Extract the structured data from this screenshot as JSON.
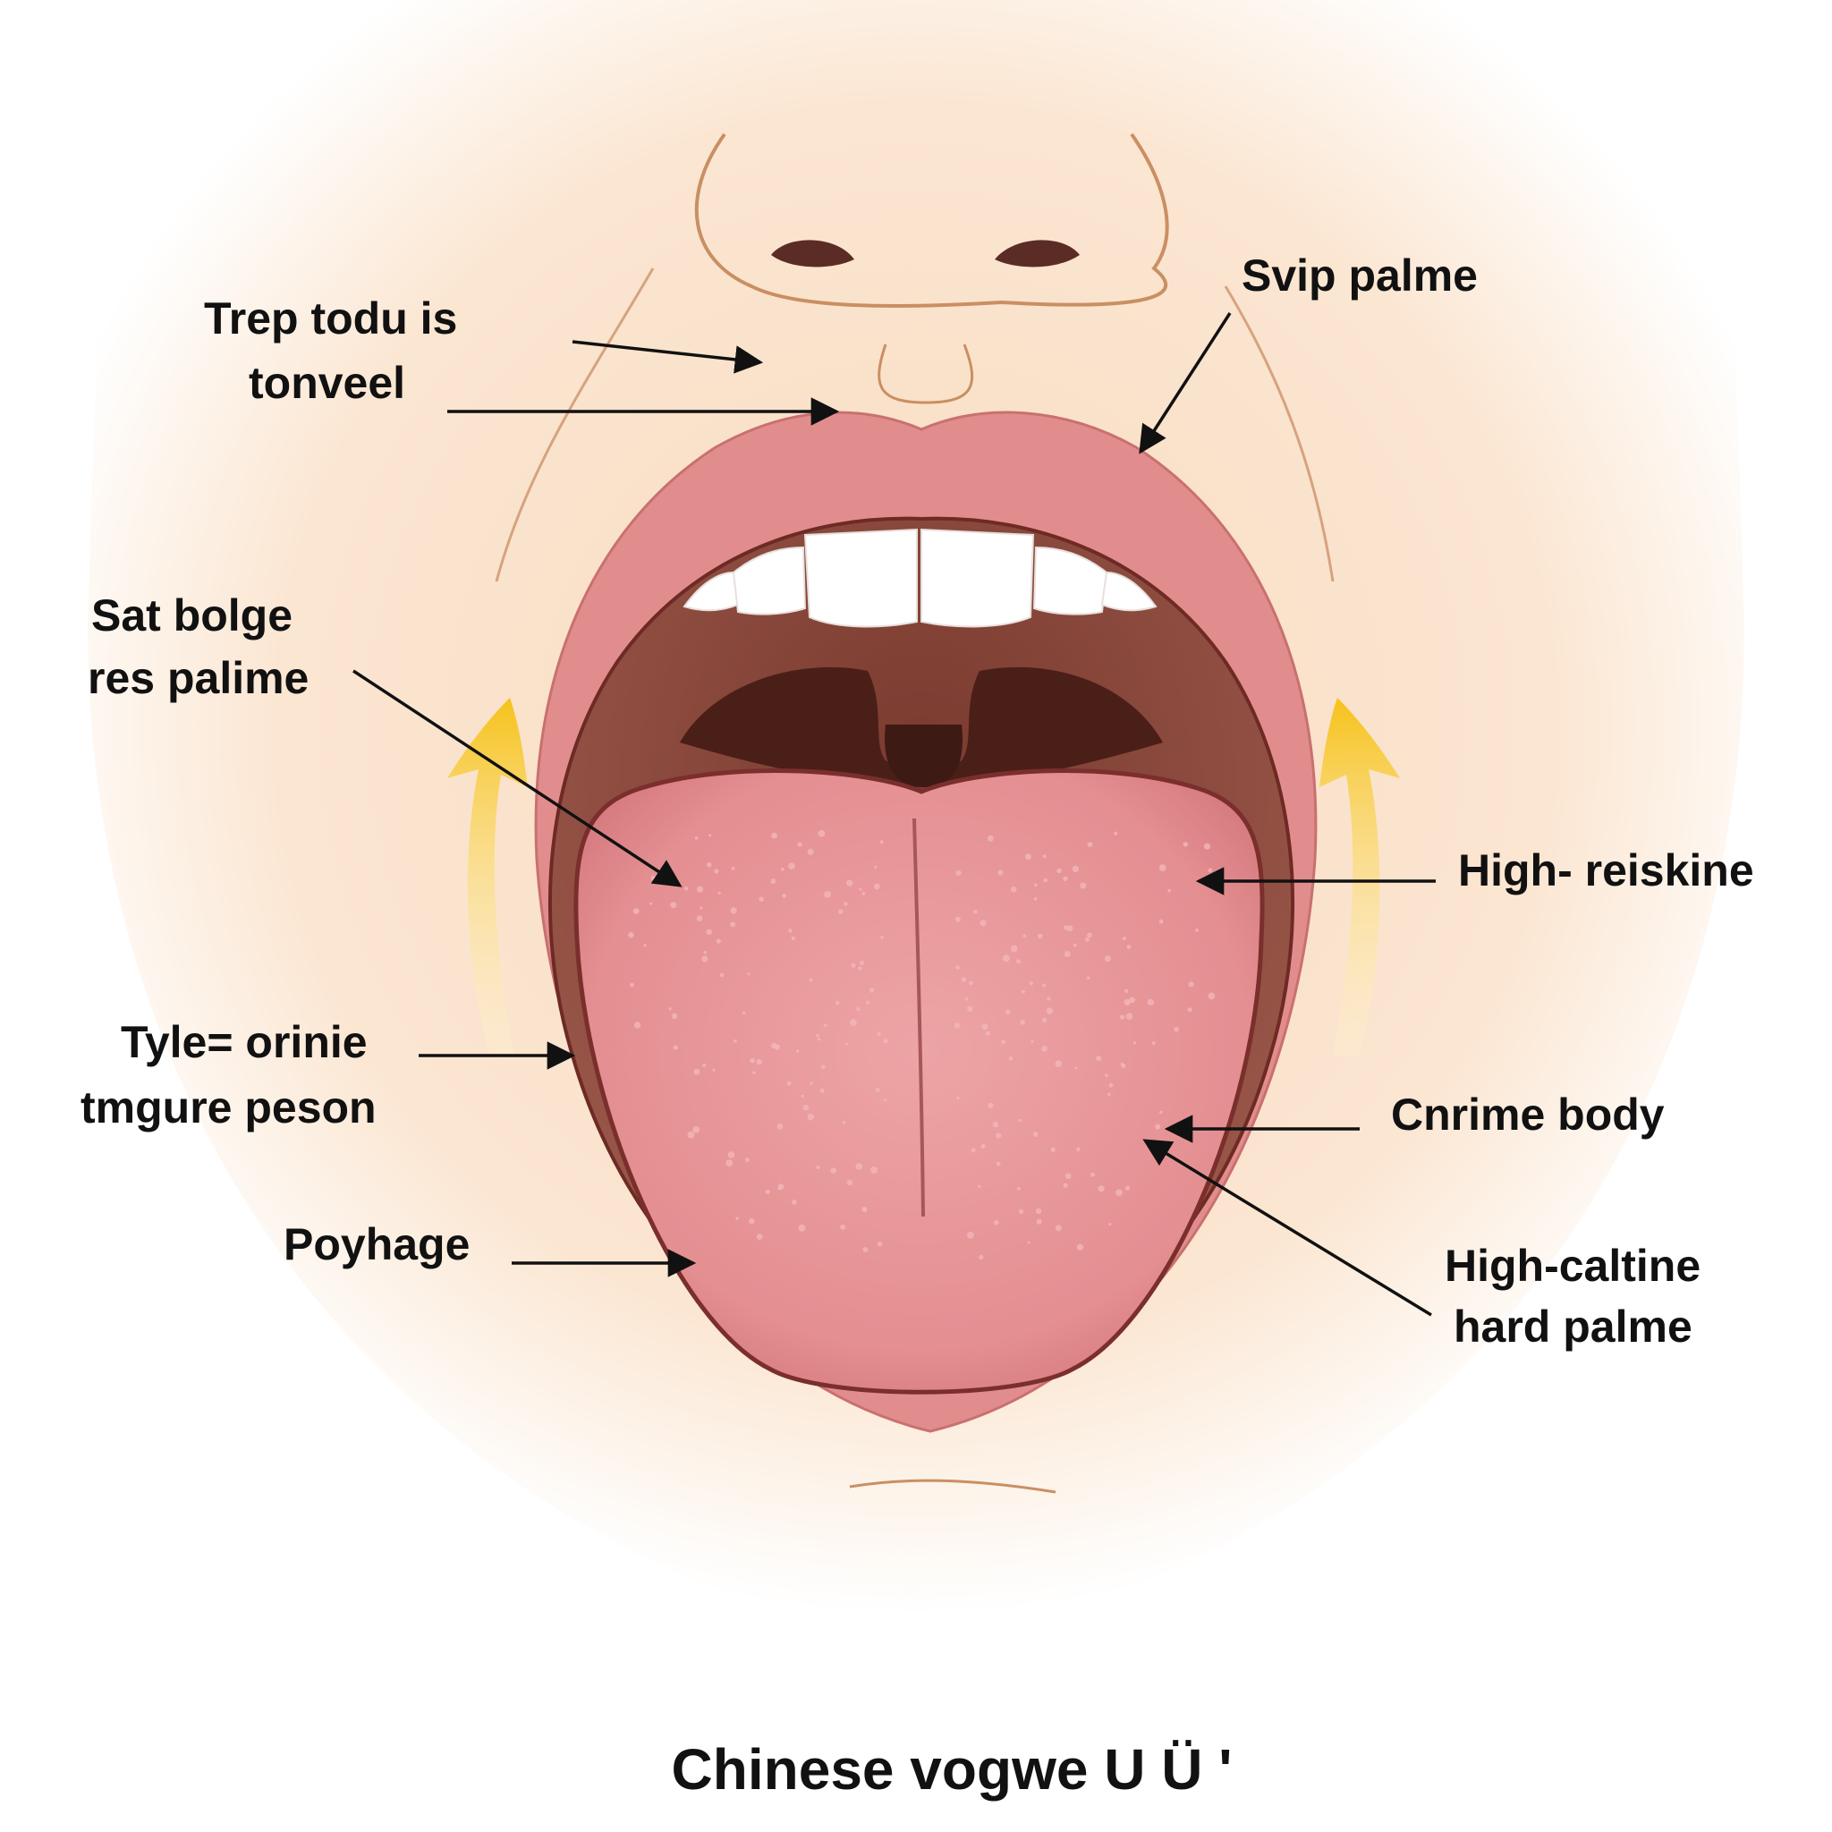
{
  "labels": {
    "left_1_line1": "Trep todu is",
    "left_1_line2": "tonveel",
    "left_2_line1": "Sat bolge",
    "left_2_line2": "res palime",
    "left_3_line1": "Tyle= orinie",
    "left_3_line2": "tmgure peson",
    "left_4": "Poyhage",
    "right_1": "Svip palme",
    "right_2": "High- reiskine",
    "right_3": "Cnrime body",
    "right_4_line1": "High-caltine",
    "right_4_line2": "hard palme"
  },
  "caption": "Chinese vogwe U Ü '",
  "colors": {
    "skin_light": "#fdf0e2",
    "skin": "#f8d8b8",
    "skin_line": "#c98f63",
    "lip": "#e28d8d",
    "lip_outline": "#8a3c36",
    "mouth_cavity": "#8e4a3d",
    "throat": "#3e1a14",
    "tongue": "#e79496",
    "tongue_dots": "#f2b6b8",
    "teeth": "#ffffff",
    "arrow_yellow": "#f6c21a",
    "label_text": "#111111"
  },
  "icons": {
    "callout_arrow": "arrow-icon",
    "movement_arrow": "curved-up-arrow-icon"
  }
}
